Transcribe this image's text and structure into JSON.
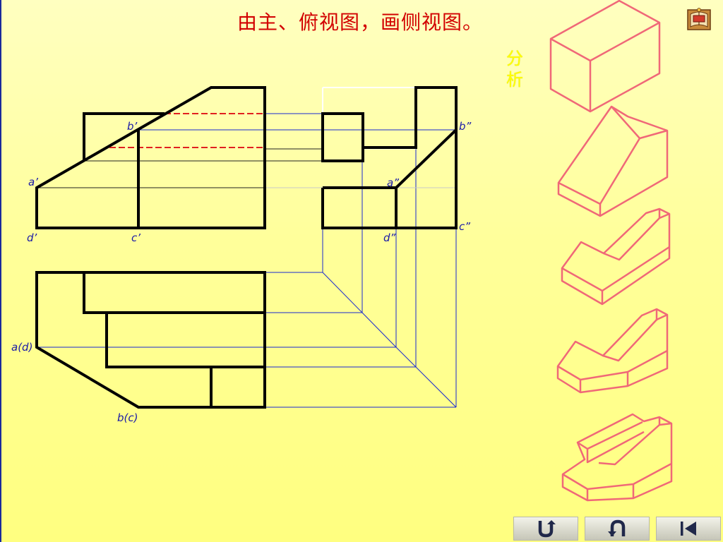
{
  "title": "由主、俯视图，画侧视图。",
  "analyze_button": {
    "line1": "分",
    "line2": "析"
  },
  "labels": {
    "a_front": "a’",
    "b_front": "b’",
    "c_front": "c’",
    "d_front": "d’",
    "a_side": "a”",
    "b_side": "b”",
    "c_side": "c”",
    "d_side": "d”",
    "ad_top": "a(d)",
    "bc_top": "b(c)"
  },
  "icons": {
    "home": "book-icon",
    "return": "return-icon",
    "back": "undo-icon",
    "first": "first-page-icon"
  },
  "colors": {
    "background": "#ffffa0",
    "title": "#d20000",
    "analyze": "#ffff00",
    "outline": "#000000",
    "projection": "#1a2ad0",
    "hidden_line": "#e02020",
    "isometric": "#f06878"
  }
}
